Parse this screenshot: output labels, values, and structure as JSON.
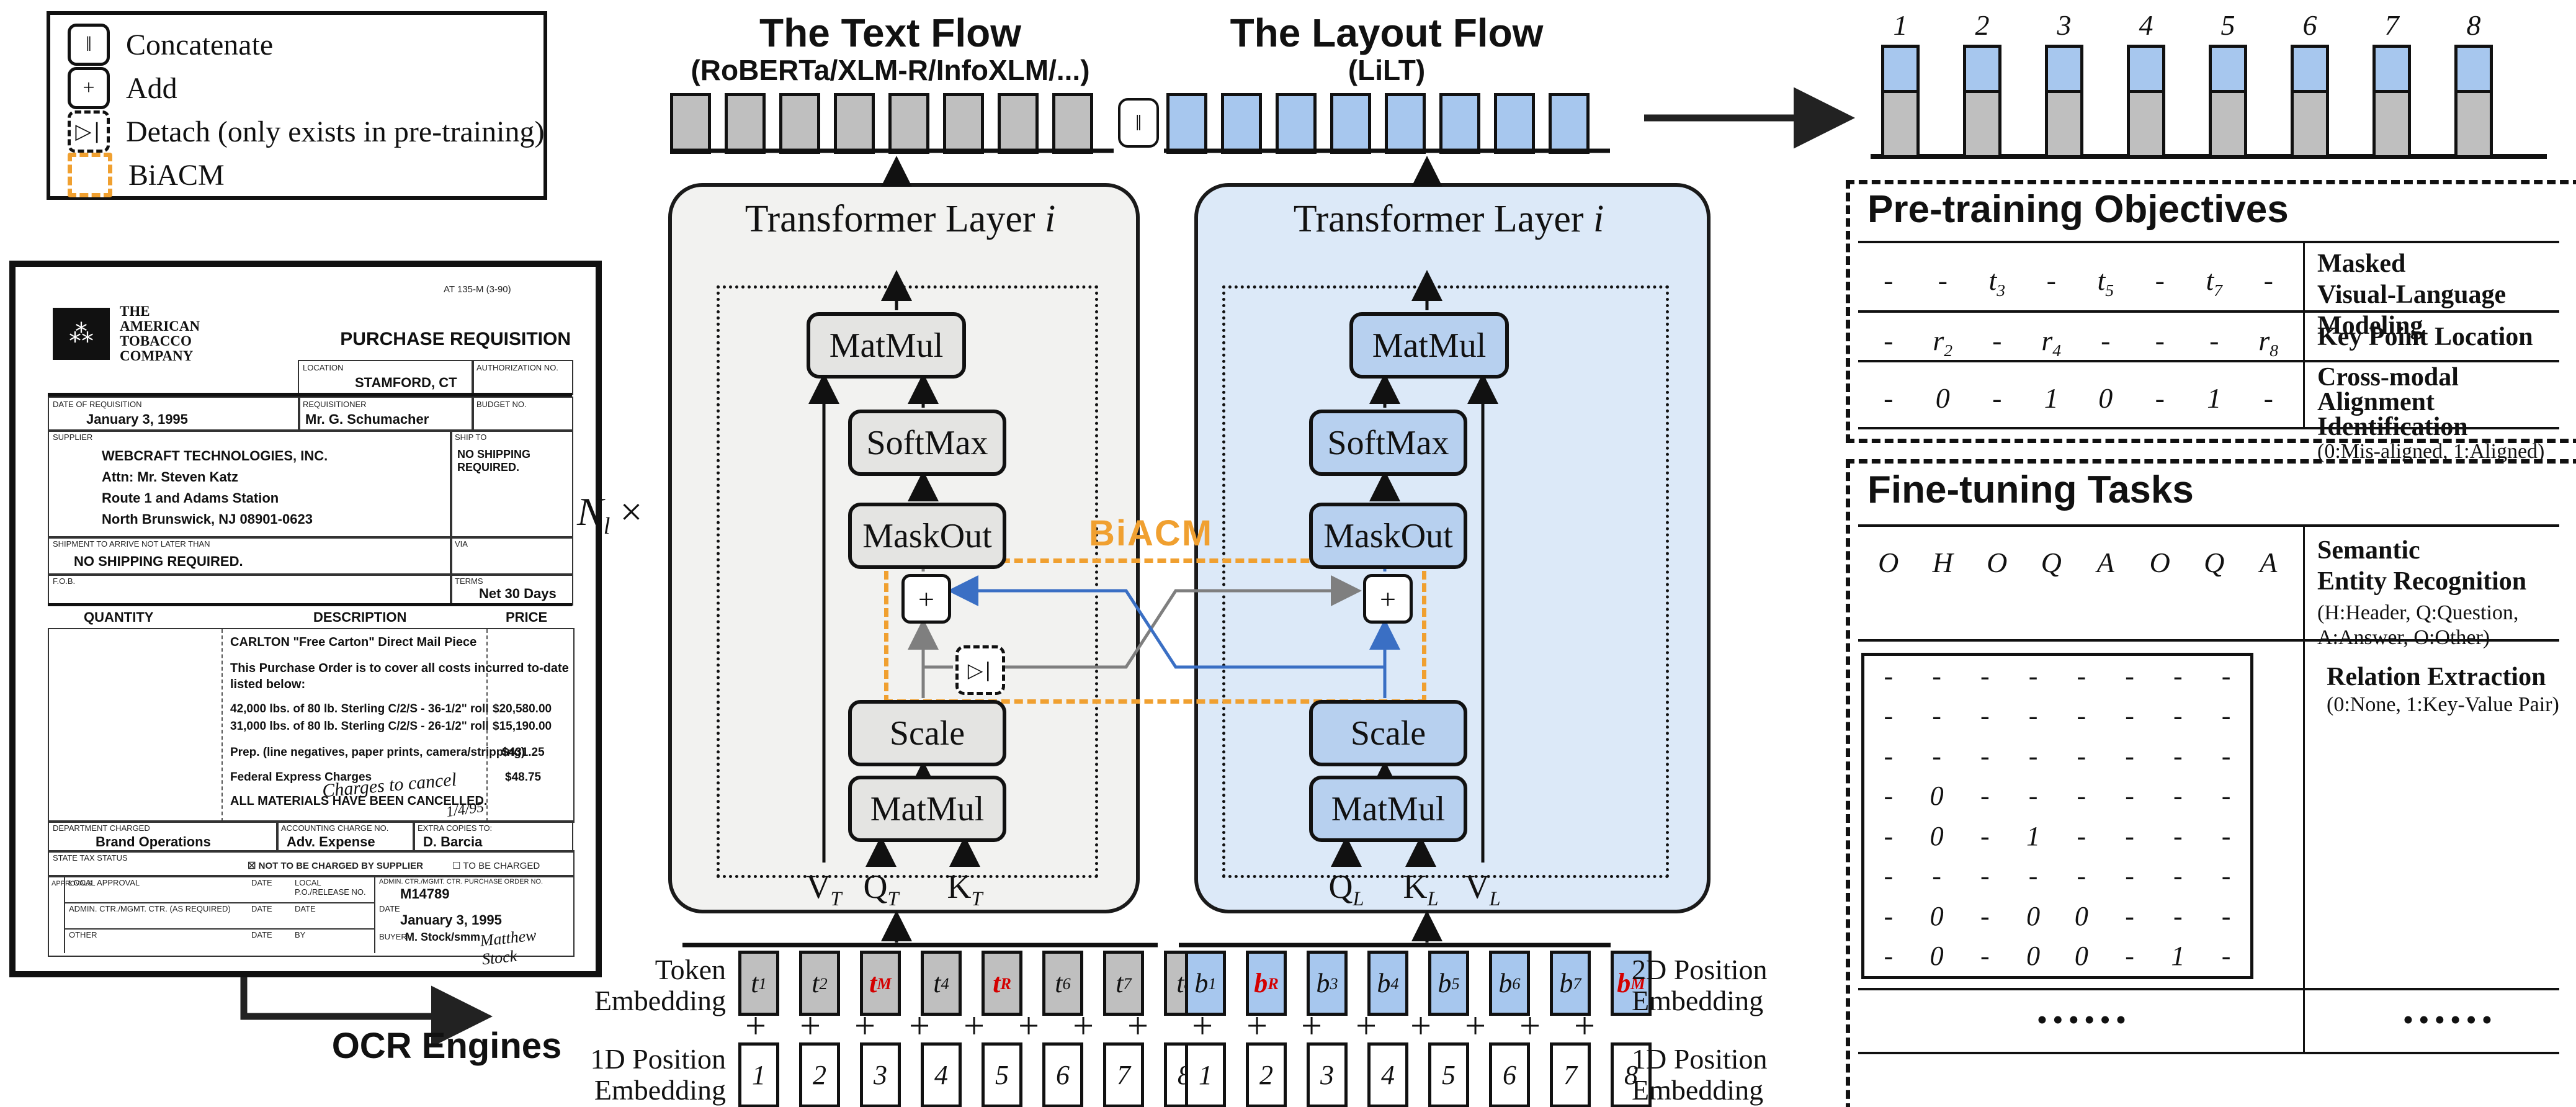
{
  "legend": {
    "items": [
      {
        "symbol": "‖",
        "label": "Concatenate",
        "type": "solid"
      },
      {
        "symbol": "+",
        "label": "Add",
        "type": "solid"
      },
      {
        "symbol": "▷∣",
        "label": "Detach (only exists in pre-training)",
        "type": "dashed"
      },
      {
        "symbol": "",
        "label": "BiACM",
        "type": "orange"
      }
    ]
  },
  "flows": {
    "text": {
      "title": "The Text Flow",
      "subtitle": "(RoBERTa/XLM-R/InfoXLM/...)"
    },
    "layout": {
      "title": "The Layout Flow",
      "subtitle": "(LiLT)"
    },
    "concat": "‖"
  },
  "transformers": {
    "biacm": "BiACM",
    "nl": "N",
    "nl_sub": "l",
    "nl_times": "×",
    "text": {
      "title": "Transformer Layer",
      "var": "i",
      "matmul_top": "MatMul",
      "softmax": "SoftMax",
      "maskout": "MaskOut",
      "plus": "+",
      "detach": "▷∣",
      "scale": "Scale",
      "matmul": "MatMul",
      "inputs": [
        {
          "base": "V",
          "sub": "T"
        },
        {
          "base": "Q",
          "sub": "T"
        },
        {
          "base": "K",
          "sub": "T"
        }
      ]
    },
    "layout": {
      "title": "Transformer Layer",
      "var": "i",
      "matmul_top": "MatMul",
      "softmax": "SoftMax",
      "maskout": "MaskOut",
      "plus": "+",
      "scale": "Scale",
      "matmul": "MatMul",
      "inputs": [
        {
          "base": "Q",
          "sub": "L"
        },
        {
          "base": "K",
          "sub": "L"
        },
        {
          "base": "V",
          "sub": "L"
        }
      ]
    }
  },
  "embeddings": {
    "left_top_label": "Token Embedding",
    "left_bottom_label": "1D Position Embedding",
    "right_top_label": "2D Position Embedding",
    "right_bottom_label": "1D Position Embedding",
    "token": [
      {
        "base": "t",
        "sub": "1"
      },
      {
        "base": "t",
        "sub": "2"
      },
      {
        "base": "t",
        "sub": "M",
        "red": true
      },
      {
        "base": "t",
        "sub": "4"
      },
      {
        "base": "t",
        "sub": "R",
        "red": true
      },
      {
        "base": "t",
        "sub": "6"
      },
      {
        "base": "t",
        "sub": "7"
      },
      {
        "base": "t",
        "sub": "8"
      }
    ],
    "token_plus": [
      "+",
      "+",
      "+",
      "+",
      "+",
      "+",
      "+",
      "+"
    ],
    "token_pos": [
      "1",
      "2",
      "3",
      "4",
      "5",
      "6",
      "7",
      "8"
    ],
    "box2d": [
      {
        "base": "b",
        "sub": "1"
      },
      {
        "base": "b",
        "sub": "R",
        "red": true
      },
      {
        "base": "b",
        "sub": "3"
      },
      {
        "base": "b",
        "sub": "4"
      },
      {
        "base": "b",
        "sub": "5"
      },
      {
        "base": "b",
        "sub": "6"
      },
      {
        "base": "b",
        "sub": "7"
      },
      {
        "base": "b",
        "sub": "M",
        "red": true
      }
    ],
    "box_plus": [
      "+",
      "+",
      "+",
      "+",
      "+",
      "+",
      "+",
      "+"
    ],
    "box_pos": [
      "1",
      "2",
      "3",
      "4",
      "5",
      "6",
      "7",
      "8"
    ]
  },
  "ocr": {
    "label": "OCR Engines"
  },
  "output": {
    "labels": [
      "1",
      "2",
      "3",
      "4",
      "5",
      "6",
      "7",
      "8"
    ]
  },
  "pretraining": {
    "title": "Pre-training Objectives",
    "rows": [
      {
        "cells": [
          "-",
          "-",
          {
            "base": "t",
            "sub": "3"
          },
          "-",
          {
            "base": "t",
            "sub": "5"
          },
          "-",
          {
            "base": "t",
            "sub": "7"
          },
          "-"
        ],
        "label1": "Masked",
        "label2": "Visual-Language Modeling",
        "note": ""
      },
      {
        "cells": [
          "-",
          {
            "base": "r",
            "sub": "2"
          },
          "-",
          {
            "base": "r",
            "sub": "4"
          },
          "-",
          "-",
          "-",
          {
            "base": "r",
            "sub": "8"
          }
        ],
        "label1": "Key Point Location",
        "label2": "",
        "note": ""
      },
      {
        "cells": [
          "-",
          "0",
          "-",
          "1",
          "0",
          "-",
          "1",
          "-"
        ],
        "label1": "Cross-modal",
        "label2": "Alignment Identification",
        "note": "(0:Mis-aligned, 1:Aligned)"
      }
    ]
  },
  "finetuning": {
    "title": "Fine-tuning Tasks",
    "ser": {
      "cells": [
        "O",
        "H",
        "O",
        "Q",
        "A",
        "O",
        "Q",
        "A"
      ],
      "label1": "Semantic",
      "label2": "Entity Recognition",
      "note": "(H:Header, Q:Question, A:Answer, O:Other)"
    },
    "re": {
      "matrix": [
        [
          "-",
          "-",
          "-",
          "-",
          "-",
          "-",
          "-",
          "-"
        ],
        [
          "-",
          "-",
          "-",
          "-",
          "-",
          "-",
          "-",
          "-"
        ],
        [
          "-",
          "-",
          "-",
          "-",
          "-",
          "-",
          "-",
          "-"
        ],
        [
          "-",
          "0",
          "-",
          "-",
          "-",
          "-",
          "-",
          "-"
        ],
        [
          "-",
          "0",
          "-",
          "1",
          "-",
          "-",
          "-",
          "-"
        ],
        [
          "-",
          "-",
          "-",
          "-",
          "-",
          "-",
          "-",
          "-"
        ],
        [
          "-",
          "0",
          "-",
          "0",
          "0",
          "-",
          "-",
          "-"
        ],
        [
          "-",
          "0",
          "-",
          "0",
          "0",
          "-",
          "1",
          "-"
        ]
      ],
      "label1": "Relation Extraction",
      "note": "(0:None, 1:Key-Value Pair)"
    },
    "dots_left": "••••••",
    "dots_right": "••••••"
  },
  "doc": {
    "form_no": "AT 135-M (3-90)",
    "title": "PURCHASE REQUISITION",
    "company1": "THE",
    "company2": "AMERICAN",
    "company3": "TOBACCO",
    "company4": "COMPANY",
    "location_label": "LOCATION",
    "location": "STAMFORD, CT",
    "auth_label": "AUTHORIZATION NO.",
    "date_label": "DATE OF REQUISITION",
    "date": "January 3, 1995",
    "req_label": "REQUISITIONER",
    "requisitioner": "Mr. G. Schumacher",
    "budget_label": "BUDGET NO.",
    "supplier_label": "SUPPLIER",
    "supplier1": "WEBCRAFT TECHNOLOGIES, INC.",
    "supplier2": "Attn: Mr. Steven Katz",
    "supplier3": "Route 1 and Adams Station",
    "supplier4": "North Brunswick, NJ 08901-0623",
    "shipto_label": "SHIP TO",
    "shipto": "NO SHIPPING REQUIRED.",
    "shipment_label": "SHIPMENT TO ARRIVE NOT LATER THAN",
    "shipment": "NO SHIPPING REQUIRED.",
    "via_label": "VIA",
    "fob_label": "F.O.B.",
    "terms_label": "TERMS",
    "terms": "Net 30 Days",
    "qty_header": "QUANTITY",
    "desc_header": "DESCRIPTION",
    "price_header": "PRICE",
    "lines": [
      {
        "desc": "CARLTON \"Free Carton\" Direct Mail Piece",
        "price": ""
      },
      {
        "desc": "This Purchase Order is to cover all costs incurred to-date",
        "price": ""
      },
      {
        "desc": "listed below:",
        "price": ""
      },
      {
        "desc": "42,000 lbs. of 80 lb. Sterling C/2/S - 36-1/2\" roll",
        "price": "$20,580.00"
      },
      {
        "desc": "31,000 lbs. of 80 lb. Sterling C/2/S - 26-1/2\" roll",
        "price": "$15,190.00"
      },
      {
        "desc": "Prep. (line negatives, paper prints, camera/stripping)",
        "price": "$431.25"
      },
      {
        "desc": "Federal Express Charges",
        "price": "$48.75"
      },
      {
        "desc": "ALL MATERIALS HAVE BEEN CANCELLED.",
        "price": ""
      }
    ],
    "handwriting": "Charges to cancel",
    "hand_date": "1/4/95",
    "dept_label": "DEPARTMENT CHARGED",
    "dept": "Brand Operations",
    "acct_label": "ACCOUNTING CHARGE NO.",
    "acct": "Adv. Expense",
    "copies_label": "EXTRA COPIES TO:",
    "copies": "D. Barcia",
    "tax_label": "STATE TAX STATUS",
    "tax_check": "☒ NOT TO BE CHARGED BY SUPPLIER",
    "tax_check2": "☐ TO BE CHARGED",
    "approvals_side": "APPROVALS",
    "appr_r1a": "LOCAL APPROVAL",
    "appr_r1b": "DATE",
    "appr_r1c": "LOCAL P.O./RELEASE NO.",
    "appr_r2a": "ADMIN. CTR./MGMT. CTR. (AS REQUIRED)",
    "appr_r2b": "DATE",
    "appr_r2c": "DATE",
    "appr_r3a": "OTHER",
    "appr_r3b": "DATE",
    "appr_r3c": "BY",
    "po_label": "ADMIN. CTR./MGMT. CTR. PURCHASE ORDER NO.",
    "po": "M14789",
    "date2_label": "DATE",
    "date2": "January 3, 1995",
    "buyer_label": "BUYER",
    "buyer": "M. Stock/smm",
    "signature": "Matthew Stock"
  }
}
